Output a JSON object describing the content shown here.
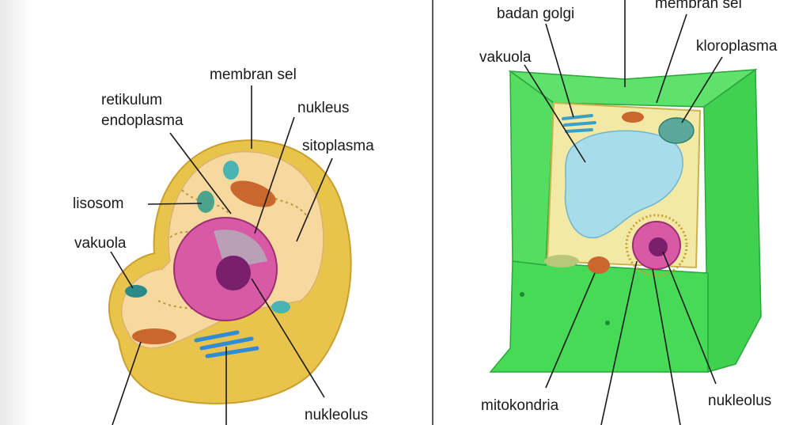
{
  "animal_cell": {
    "labels": {
      "membran_sel": "membran sel",
      "retikulum_line1": "retikulum",
      "retikulum_line2": "endoplasma",
      "nukleus": "nukleus",
      "sitoplasma": "sitoplasma",
      "lisosom": "lisosom",
      "vakuola": "vakuola",
      "nukleolus": "nukleolus"
    }
  },
  "plant_cell": {
    "labels": {
      "badan_golgi": "badan golgi",
      "membran_sel": "membran sel",
      "vakuola": "vakuola",
      "kloroplasma": "kloroplasma",
      "mitokondria": "mitokondria",
      "nukleolus": "nukleolus"
    }
  },
  "colors": {
    "cell_wall": "#3fd14f",
    "cytoplasm": "#f2e9a6",
    "animal_membrane": "#e6c64a",
    "animal_cytoplasm": "#f7d9a0",
    "nucleus": "#d85aa6",
    "vacuole": "#a8dceb"
  }
}
